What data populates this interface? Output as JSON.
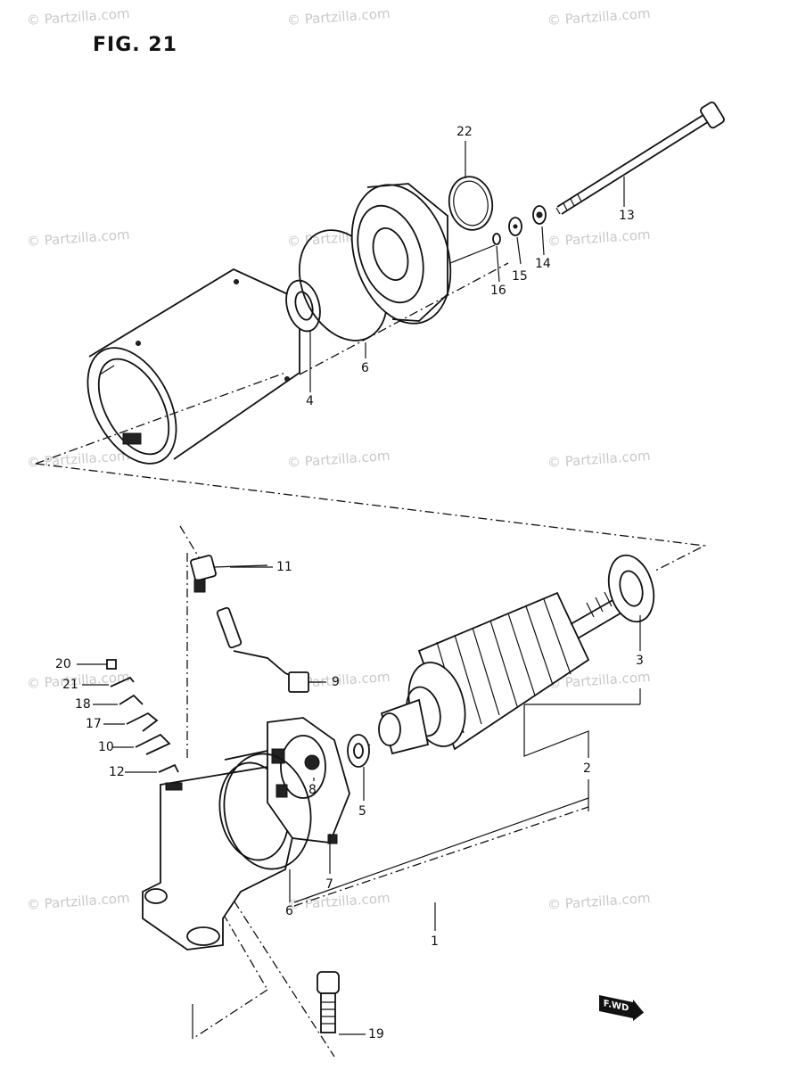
{
  "figure": {
    "title": "FIG. 21"
  },
  "watermark": {
    "text": "© Partzilla.com"
  },
  "callouts": [
    {
      "id": "22",
      "label": "22"
    },
    {
      "id": "13",
      "label": "13"
    },
    {
      "id": "14",
      "label": "14"
    },
    {
      "id": "15",
      "label": "15"
    },
    {
      "id": "16",
      "label": "16"
    },
    {
      "id": "4",
      "label": "4"
    },
    {
      "id": "6a",
      "label": "6"
    },
    {
      "id": "11",
      "label": "11"
    },
    {
      "id": "9",
      "label": "9"
    },
    {
      "id": "3",
      "label": "3"
    },
    {
      "id": "2",
      "label": "2"
    },
    {
      "id": "20",
      "label": "20"
    },
    {
      "id": "21",
      "label": "21"
    },
    {
      "id": "18",
      "label": "18"
    },
    {
      "id": "17",
      "label": "17"
    },
    {
      "id": "10",
      "label": "10"
    },
    {
      "id": "12",
      "label": "12"
    },
    {
      "id": "8",
      "label": "8"
    },
    {
      "id": "5",
      "label": "5"
    },
    {
      "id": "7",
      "label": "7"
    },
    {
      "id": "6b",
      "label": "6"
    },
    {
      "id": "1",
      "label": "1"
    },
    {
      "id": "19",
      "label": "19"
    }
  ],
  "direction_badge": {
    "label": "F.WD"
  }
}
